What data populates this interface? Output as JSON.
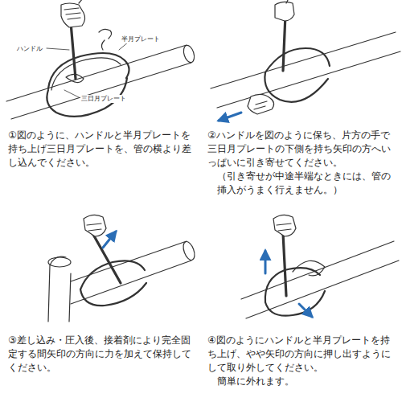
{
  "diagram": {
    "labels": [
      "ハンドル",
      "半月プレート",
      "三日月プレート",
      "①図のように、ハンドルと半月プレートを持ち上げ三日月プレートを、管の横より差し込んでください。",
      "②ハンドルを図のように保ち、片方の手で三日月プレートの下側を持ち矢印の方へいっぱいに引き寄せてください。",
      "（引き寄せが中途半端なときには、管の挿入がうまく行えません。）",
      "③差し込み・圧入後、接着剤により完全固定する間矢印の方向に力を加えて保持してください。",
      "④図のようにハンドルと半月プレートを持ち上げ、やや矢印の方向に押し出すようにして取り外してください。",
      "簡単に外れます。"
    ]
  }
}
